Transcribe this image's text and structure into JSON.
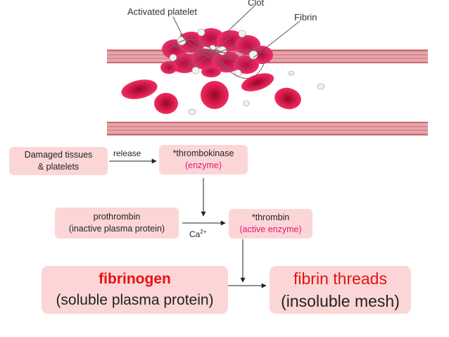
{
  "illustration": {
    "labels": {
      "activated_platelet": "Activated platelet",
      "clot": "Clot",
      "fibrin": "Fibrin"
    }
  },
  "flow": {
    "damaged": {
      "line1": "Damaged tissues",
      "line2": "& platelets"
    },
    "release_label": "release",
    "thrombokinase": {
      "name": "*thrombokinase",
      "note": "(enzyme)"
    },
    "prothrombin": {
      "name": "prothrombin",
      "note": "(inactive plasma protein)"
    },
    "calcium": {
      "base": "Ca",
      "sup": "2+"
    },
    "thrombin": {
      "name": "*thrombin",
      "note": "(active enzyme)"
    },
    "fibrinogen": {
      "name": "fibrinogen",
      "note": "(soluble plasma protein)"
    },
    "fibrin_threads": {
      "name": "fibrin threads",
      "note": "(insoluble mesh)"
    }
  },
  "colors": {
    "box_fill": "#fcd6d6",
    "accent_pink": "#e0187e",
    "accent_red": "#e81010",
    "vessel_wall": "#d9808a",
    "red_cell": "#e01c5a"
  }
}
